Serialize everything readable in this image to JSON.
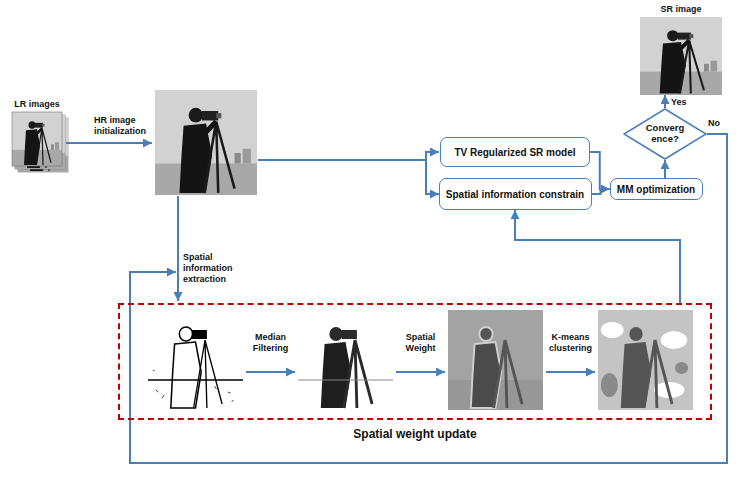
{
  "diagram": {
    "nodes": [
      {
        "text": [
          "LR images"
        ]
      },
      {
        "text": [
          "TV Regularized SR model"
        ]
      },
      {
        "text": [
          "Spatial information constrain"
        ]
      },
      {
        "text": [
          "MM optimization"
        ]
      },
      {
        "text": [
          "Converg ence?"
        ]
      },
      {
        "text": [
          "SR image"
        ]
      },
      {
        "text": [
          "Spatial weight update"
        ]
      }
    ],
    "edges": [
      {
        "from": 1,
        "to": 3,
        "arrow": "to"
      },
      {
        "from": 2,
        "to": 3,
        "arrow": "to"
      },
      {
        "from": 3,
        "to": 4,
        "arrow": "to"
      },
      {
        "from": 4,
        "to": 5,
        "label": "Yes",
        "arrow": "to"
      },
      {
        "from": 6,
        "to": 2,
        "arrow": "to"
      }
    ],
    "labels": [
      "HR image initialization",
      "Spatial information extraction",
      "No",
      "Median Filtering",
      "Spatial Weight",
      "K-means clustering"
    ]
  }
}
